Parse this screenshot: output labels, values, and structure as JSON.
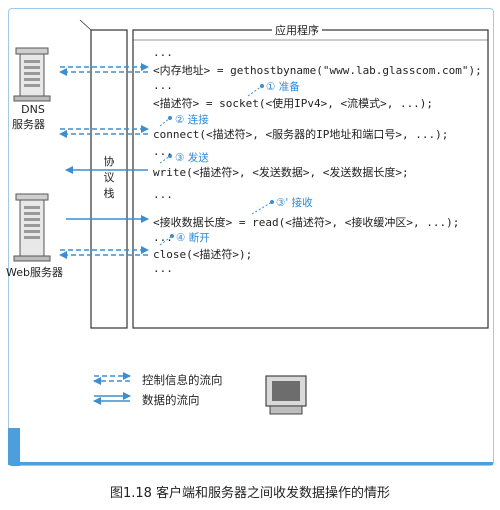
{
  "app_panel": {
    "title": "应用程序"
  },
  "stack_label": [
    "协",
    "议",
    "栈"
  ],
  "servers": {
    "dns": {
      "line1": "DNS",
      "line2": "服务器"
    },
    "web": {
      "label": "Web服务器"
    }
  },
  "code_lines": {
    "dots1": "...",
    "gethost": "<内存地址> = gethostbyname(\"www.lab.glasscom.com\");",
    "dots2": "...",
    "socket": "<描述符> = socket(<使用IPv4>, <流模式>, ...);",
    "connect": "connect(<描述符>, <服务器的IP地址和端口号>, ...);",
    "dots3": "...",
    "write": "write(<描述符>, <发送数据>, <发送数据长度>;",
    "dots4": "...",
    "read": "<接收数据长度> = read(<描述符>, <接收缓冲区>, ...);",
    "dots5": "...",
    "close": "close(<描述符>);",
    "dots6": "..."
  },
  "annotations": {
    "prepare": "① 准备",
    "connect": "② 连接",
    "send": "③ 发送",
    "receive": "③' 接收",
    "disconnect": "④ 断开"
  },
  "legend": {
    "control": "控制信息的流向",
    "data": "数据的流向"
  },
  "caption": "图1.18  客户端和服务器之间收发数据操作的情形",
  "colors": {
    "accent": "#4d9fdb",
    "arrow": "#3b8fd0",
    "panel_border": "#333333",
    "note_text": "#2f8ad6"
  }
}
